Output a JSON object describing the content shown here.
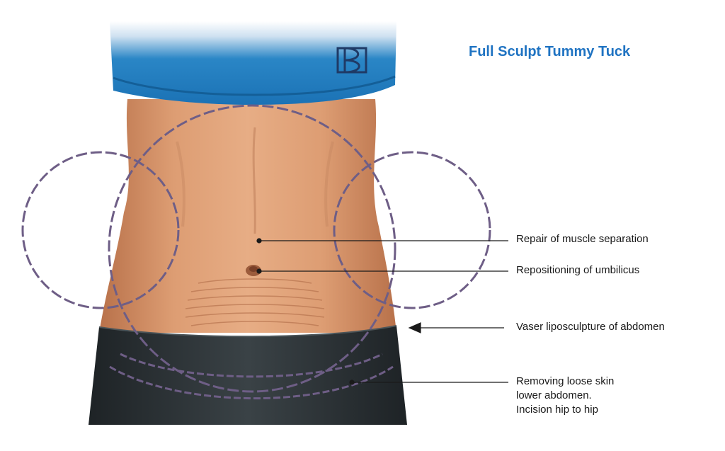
{
  "title": "Full Sculpt Tummy Tuck",
  "logo": "logo-monogram",
  "labels": {
    "muscle": "Repair of muscle separation",
    "umbilicus": "Repositioning of umbilicus",
    "vaser": "Vaser liposculpture of abdomen",
    "skin_lines": [
      "Removing loose skin",
      "lower abdomen.",
      "Incision hip to hip"
    ]
  },
  "colors": {
    "title": "#1f73c2",
    "top": "#1f7fc0",
    "skin": "#d69066",
    "pants": "#2e3438",
    "dash": "#6e5e86"
  }
}
